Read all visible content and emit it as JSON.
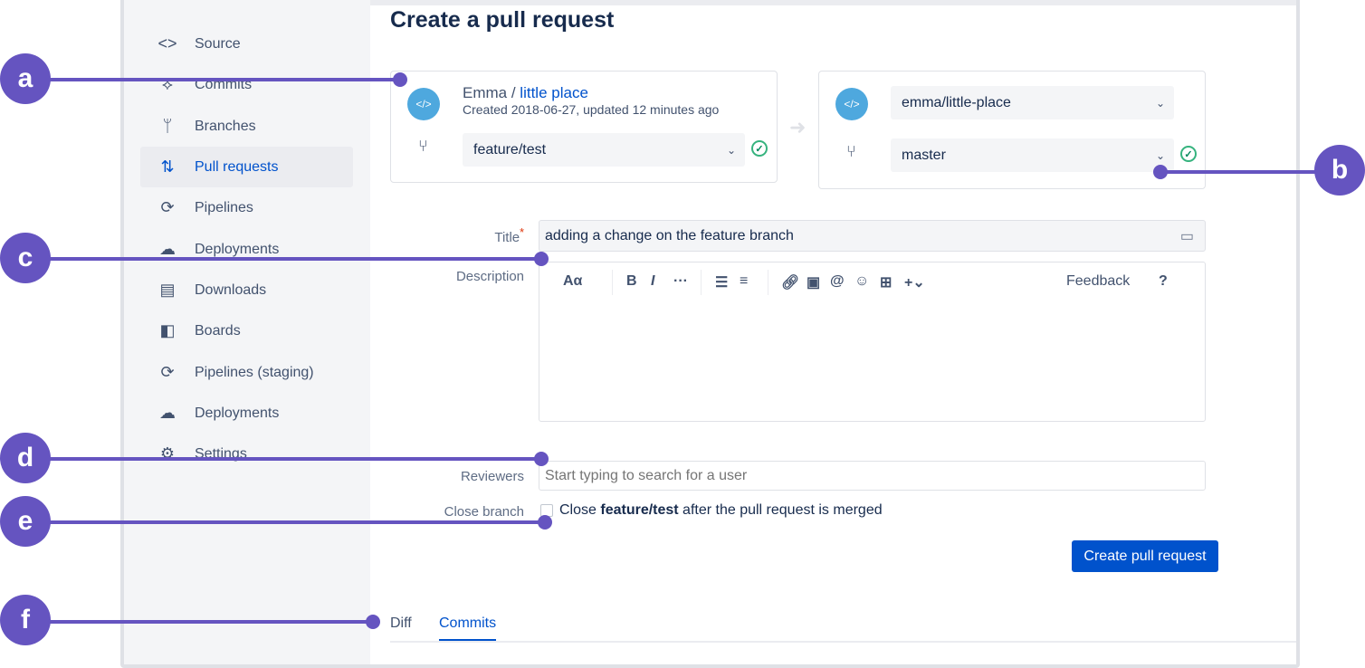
{
  "sidebar": {
    "items": [
      {
        "label": "Source",
        "icon": "code-icon"
      },
      {
        "label": "Commits",
        "icon": "commit-icon"
      },
      {
        "label": "Branches",
        "icon": "branch-icon"
      },
      {
        "label": "Pull requests",
        "icon": "pull-request-icon",
        "active": true
      },
      {
        "label": "Pipelines",
        "icon": "pipelines-icon"
      },
      {
        "label": "Deployments",
        "icon": "cloud-upload-icon"
      },
      {
        "label": "Downloads",
        "icon": "document-icon"
      },
      {
        "label": "Boards",
        "icon": "board-icon"
      },
      {
        "label": "Pipelines (staging)",
        "icon": "pipelines-icon"
      },
      {
        "label": "Deployments",
        "icon": "cloud-upload-icon"
      },
      {
        "label": "Settings",
        "icon": "gear-icon"
      }
    ]
  },
  "page": {
    "title": "Create a pull request"
  },
  "source": {
    "owner": "Emma",
    "separator": " / ",
    "repo": "little place",
    "meta": "Created 2018-06-27, updated 12 minutes ago",
    "branch": "feature/test"
  },
  "destination": {
    "repo": "emma/little-place",
    "branch": "master"
  },
  "form": {
    "title_label": "Title",
    "title_value": "adding a change on the feature branch",
    "description_label": "Description",
    "toolbar": {
      "text_style": "Aα",
      "bold": "B",
      "italic": "I",
      "more": "···",
      "feedback": "Feedback",
      "help": "?"
    },
    "reviewers_label": "Reviewers",
    "reviewers_placeholder": "Start typing to search for a user",
    "close_branch_label": "Close branch",
    "close_branch_pre": "Close ",
    "close_branch_bold": "feature/test",
    "close_branch_post": " after the pull request is merged",
    "close_branch_checked": false,
    "submit": "Create pull request"
  },
  "tabs": [
    {
      "label": "Diff"
    },
    {
      "label": "Commits",
      "active": true
    }
  ],
  "callouts": [
    "a",
    "b",
    "c",
    "d",
    "e",
    "f"
  ],
  "colors": {
    "accent": "#0052cc",
    "callout": "#6554c0",
    "success": "#36b37e"
  }
}
